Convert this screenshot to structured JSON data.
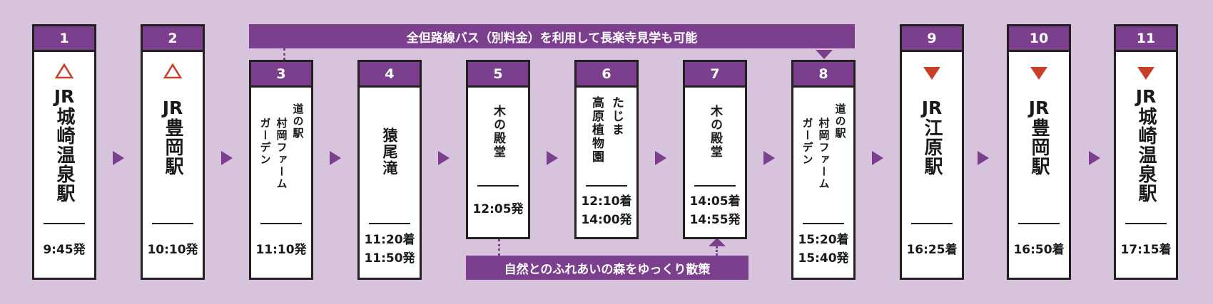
{
  "colors": {
    "background": "#d8c3dc",
    "accent_purple": "#7b3f8e",
    "marker_red": "#c8402a"
  },
  "banners": {
    "top": "全但路線バス（別料金）を利用して長楽寺見学も可能",
    "bottom": "自然とのふれあいの森をゆっくり散策"
  },
  "stops": [
    {
      "number": "1",
      "name": "城崎温泉駅",
      "prefix": "JR",
      "marker": "outline-triangle-up",
      "times": [
        "9:45発"
      ]
    },
    {
      "number": "2",
      "name": "豊岡駅",
      "prefix": "JR",
      "marker": "outline-triangle-up",
      "times": [
        "10:10発"
      ]
    },
    {
      "number": "3",
      "name_lines": [
        "道の駅",
        "村岡ファーム",
        "ガーデン"
      ],
      "times": [
        "11:10発"
      ]
    },
    {
      "number": "4",
      "name": "猿尾滝",
      "times": [
        "11:20着",
        "11:50発"
      ]
    },
    {
      "number": "5",
      "name": "木の殿堂",
      "times": [
        "12:05発"
      ]
    },
    {
      "number": "6",
      "name_lines": [
        "高原植物園",
        "たじま"
      ],
      "times": [
        "12:10着",
        "14:00発"
      ]
    },
    {
      "number": "7",
      "name": "木の殿堂",
      "times": [
        "14:05着",
        "14:55発"
      ]
    },
    {
      "number": "8",
      "name_lines": [
        "道の駅",
        "村岡ファーム",
        "ガーデン"
      ],
      "times": [
        "15:20着",
        "15:40発"
      ]
    },
    {
      "number": "9",
      "name": "江原駅",
      "prefix": "JR",
      "marker": "filled-triangle-down",
      "times": [
        "16:25着"
      ]
    },
    {
      "number": "10",
      "name": "豊岡駅",
      "prefix": "JR",
      "marker": "filled-triangle-down",
      "times": [
        "16:50着"
      ]
    },
    {
      "number": "11",
      "name": "城崎温泉駅",
      "prefix": "JR",
      "marker": "filled-triangle-down",
      "times": [
        "17:15着"
      ]
    }
  ]
}
